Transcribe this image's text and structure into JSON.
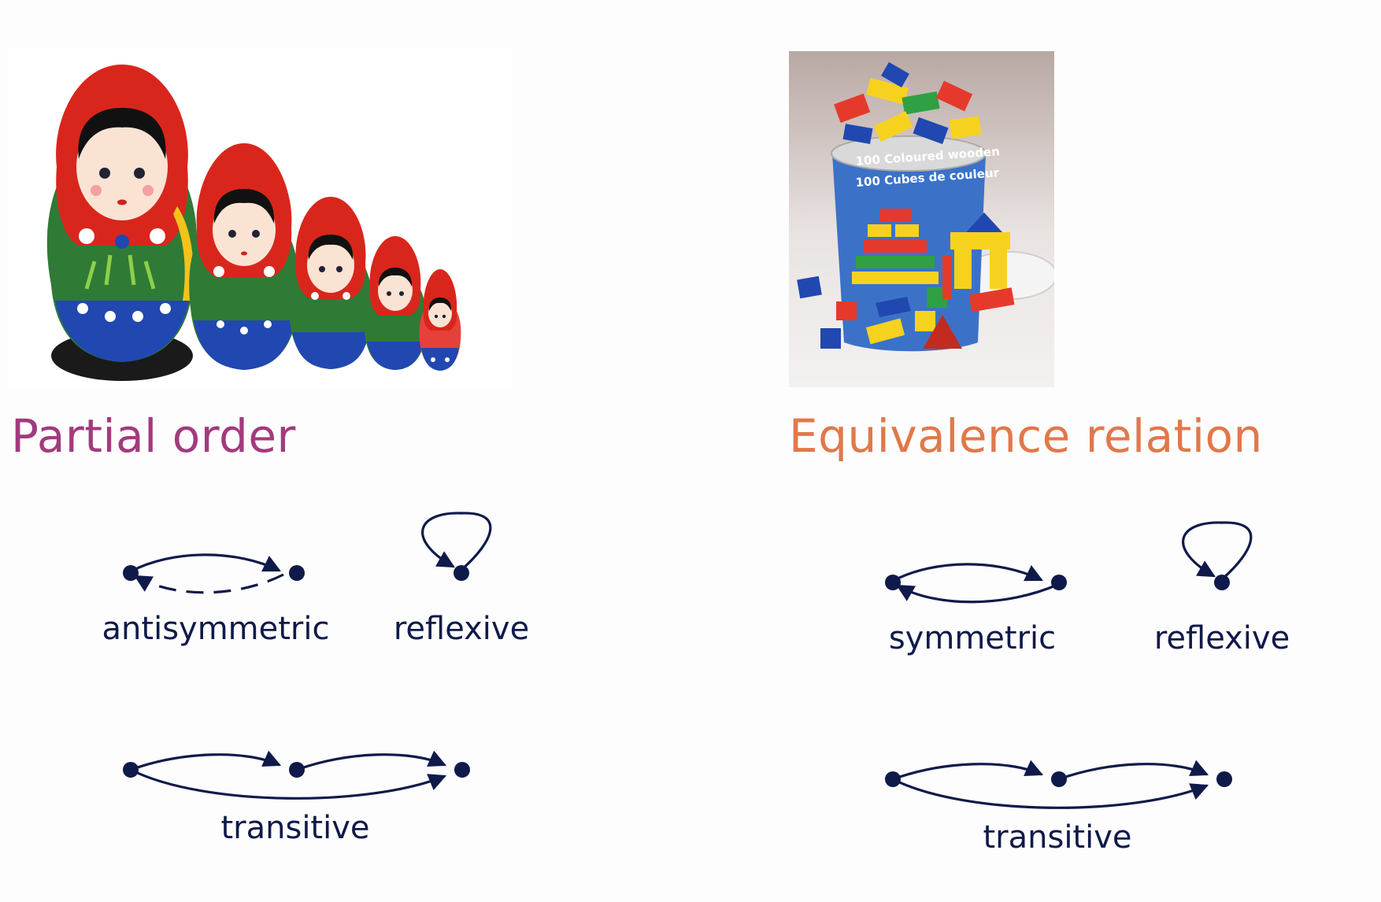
{
  "colors": {
    "partial_heading": "#a23a7e",
    "equivalence_heading": "#e1784a",
    "diagram_ink": "#0f1a4a",
    "background": "#fdfdfd"
  },
  "partial_order": {
    "title": "Partial order",
    "image": "matryoshka-dolls",
    "properties": {
      "antisymmetric": "antisymmetric",
      "reflexive": "reflexive",
      "transitive": "transitive"
    }
  },
  "equivalence_relation": {
    "title": "Equivalence relation",
    "image": "coloured-wooden-blocks",
    "image_text": {
      "line1": "100 Coloured wooden",
      "line2": "100 Cubes de couleur"
    },
    "properties": {
      "symmetric": "symmetric",
      "reflexive": "reflexive",
      "transitive": "transitive"
    }
  }
}
